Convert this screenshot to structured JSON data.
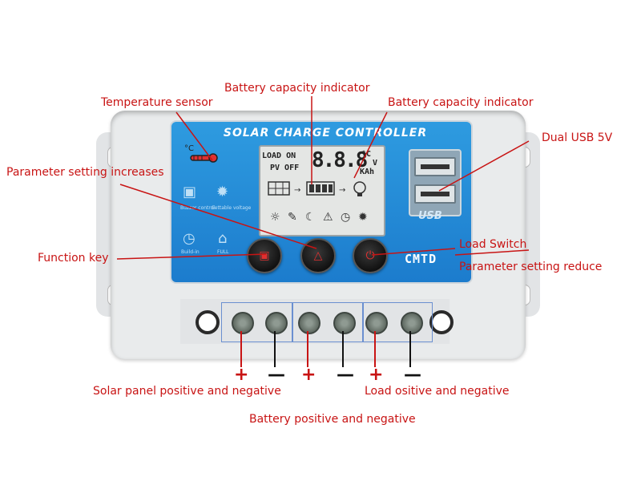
{
  "device": {
    "face_title": "SOLAR CHARGE CONTROLLER",
    "brand": "CMTD",
    "usb_mark": "USB",
    "lcd": {
      "load_on": "LOAD ON",
      "pv_off": "PV OFF",
      "digits": "8.8.8",
      "unit_temp": "°C",
      "unit_v": "V",
      "unit_kah": "KAh"
    },
    "side_captions": [
      "Buzzer control",
      "Settable voltage",
      "Build-in",
      "FULL"
    ],
    "watermark_color": "#c81414",
    "face_color": "#1c7ccd"
  },
  "labels": {
    "temperature_sensor": "Temperature sensor",
    "battery_capacity_indicator_1": "Battery capacity indicator",
    "battery_capacity_indicator_2": "Battery capacity indicator",
    "dual_usb": "Dual USB  5V",
    "parameter_setting_increases": "Parameter setting increases",
    "function_key": "Function key",
    "load_switch": "Load Switch",
    "parameter_setting_reduce": "Parameter setting reduce",
    "solar_panel": "Solar panel positive and negative",
    "load": "Load ositive and negative",
    "battery": "Battery positive and negative"
  },
  "terminals": {
    "plus": "+",
    "minus": "—"
  },
  "icons": [
    "thermometer-icon",
    "solar-panel-icon",
    "battery-icon",
    "bulb-icon",
    "sun-icon",
    "wrench-icon",
    "moon-icon",
    "warning-icon",
    "clock-icon",
    "lock-icon",
    "gear-icon"
  ]
}
